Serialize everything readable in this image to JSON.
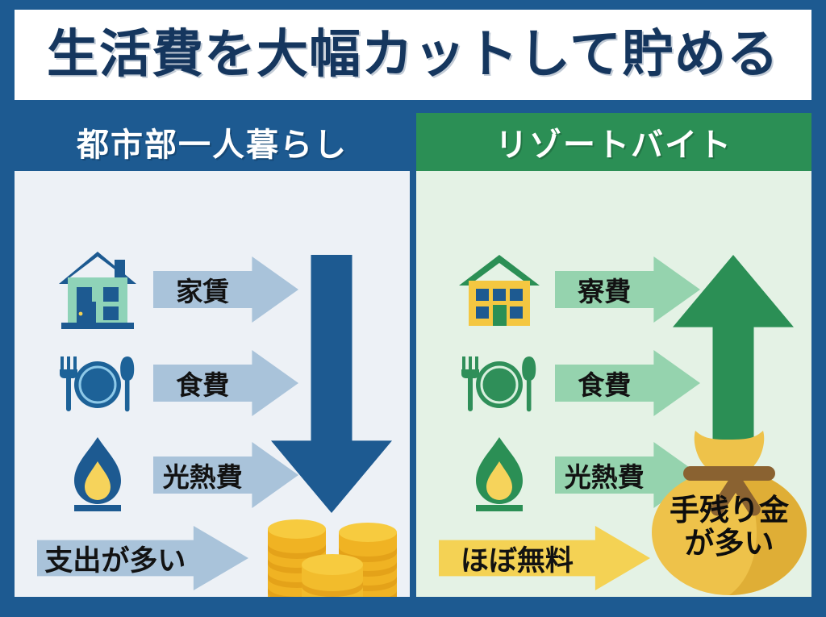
{
  "title": {
    "text": "生活費を大幅カットして貯める"
  },
  "colors": {
    "frame_navy": "#1d5a91",
    "header_blue": "#1d5a91",
    "header_green": "#2b8f55",
    "panel_left_bg": "#edf1f6",
    "panel_right_bg": "#e4f2e5",
    "arrow_blue": "#a9c3da",
    "arrow_green": "#95d3ae",
    "arrow_yellow": "#f4d254",
    "coin_gold": "#f4c430",
    "bag_gold": "#eec24a",
    "title_navy": "#15365e"
  },
  "left_panel": {
    "header": "都市部一人暮らし",
    "rows": [
      {
        "icon": "house-icon",
        "label": "家賃"
      },
      {
        "icon": "meal-icon",
        "label": "食費"
      },
      {
        "icon": "flame-icon",
        "label": "光熱費"
      }
    ],
    "summary_label": "支出が多い",
    "big_arrow": "arrow-down-icon",
    "result_icon": "coin-stacks-icon"
  },
  "right_panel": {
    "header": "リゾートバイト",
    "rows": [
      {
        "icon": "dormitory-icon",
        "label": "寮費"
      },
      {
        "icon": "meal-icon",
        "label": "食費"
      },
      {
        "icon": "flame-icon",
        "label": "光熱費"
      }
    ],
    "summary_label": "ほぼ無料",
    "big_arrow": "arrow-up-icon",
    "result_icon": "money-bag-icon",
    "result_text_line1": "手残り金",
    "result_text_line2": "が多い"
  }
}
